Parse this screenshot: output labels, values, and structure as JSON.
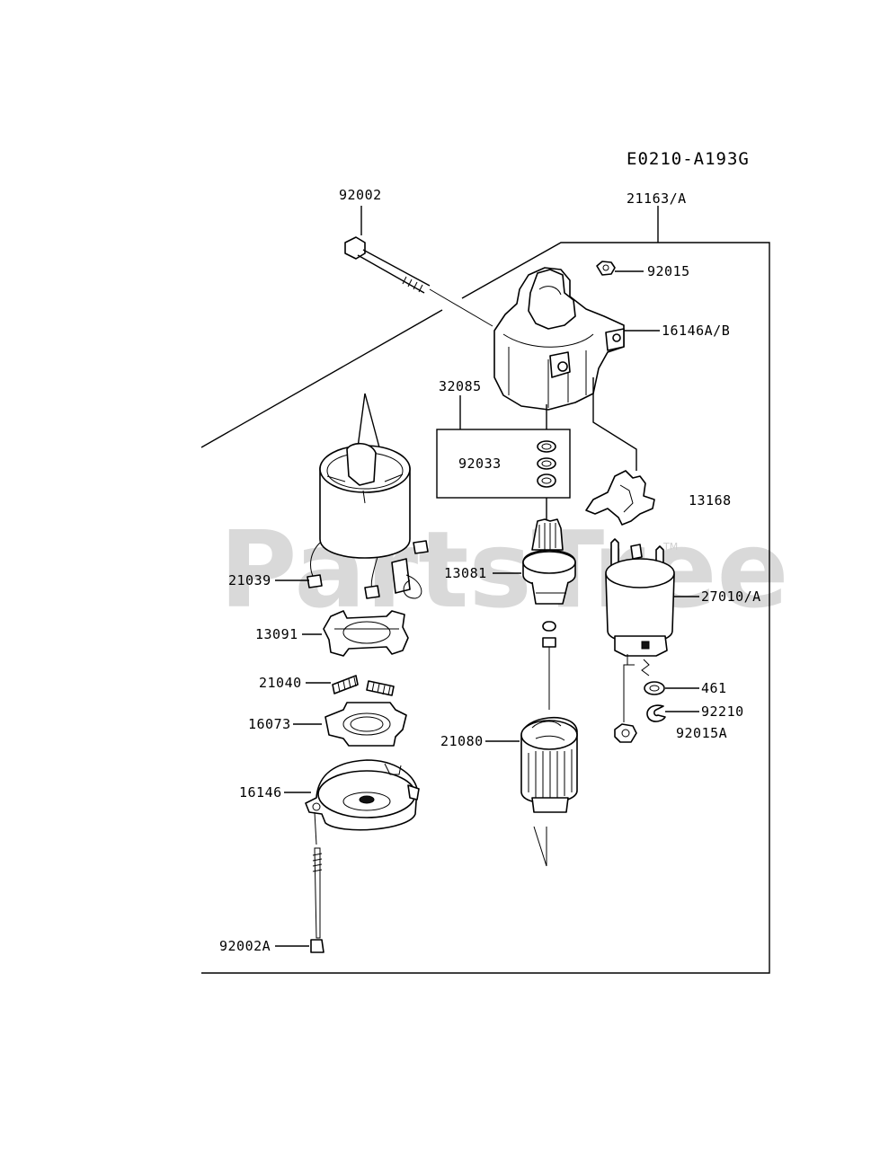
{
  "diagram": {
    "code": "E0210-A193G",
    "watermark": "PartsTree",
    "watermark_mark": "TM"
  },
  "labels": {
    "p92002": "92002",
    "p21163A": "21163/A",
    "p92015": "92015",
    "p16146AB": "16146A/B",
    "p32085": "32085",
    "p92033": "92033",
    "p13168": "13168",
    "p21039": "21039",
    "p13081": "13081",
    "p27010A": "27010/A",
    "p13091": "13091",
    "p21040": "21040",
    "p461": "461",
    "p16073": "16073",
    "p92210": "92210",
    "p92015A": "92015A",
    "p21080": "21080",
    "p16146": "16146",
    "p92002A": "92002A"
  }
}
